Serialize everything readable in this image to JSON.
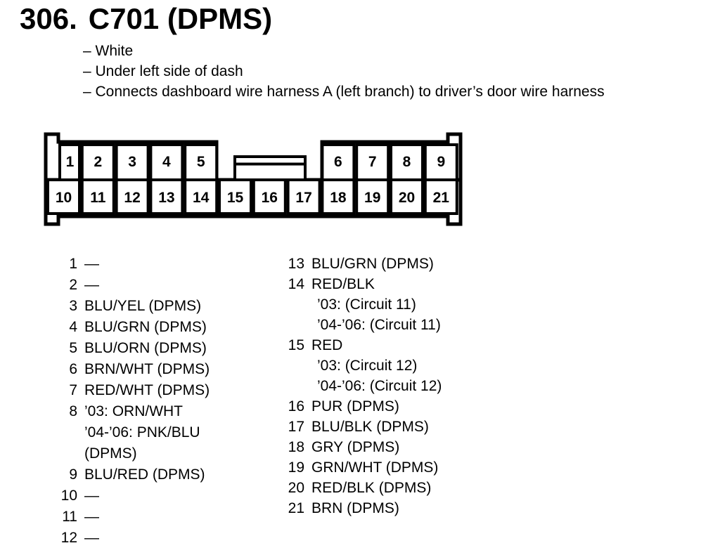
{
  "title": {
    "number": "306.",
    "name": "C701 (DPMS)"
  },
  "bullets": {
    "color": "– White",
    "location": "– Under left side of dash",
    "description": "– Connects dashboard wire harness A (left branch) to driver’s door wire harness"
  },
  "connector": {
    "top_pins": [
      "1",
      "2",
      "3",
      "4",
      "5",
      "6",
      "7",
      "8",
      "9"
    ],
    "bottom_pins": [
      "10",
      "11",
      "12",
      "13",
      "14",
      "15",
      "16",
      "17",
      "18",
      "19",
      "20",
      "21"
    ]
  },
  "pin_list": {
    "left": [
      {
        "num": "1",
        "lines": [
          "—"
        ]
      },
      {
        "num": "2",
        "lines": [
          "—"
        ]
      },
      {
        "num": "3",
        "lines": [
          "BLU/YEL (DPMS)"
        ]
      },
      {
        "num": "4",
        "lines": [
          "BLU/GRN (DPMS)"
        ]
      },
      {
        "num": "5",
        "lines": [
          "BLU/ORN (DPMS)"
        ]
      },
      {
        "num": "6",
        "lines": [
          "BRN/WHT (DPMS)"
        ]
      },
      {
        "num": "7",
        "lines": [
          "RED/WHT (DPMS)"
        ]
      },
      {
        "num": "8",
        "lines": [
          "’03: ORN/WHT",
          "’04-’06: PNK/BLU",
          "(DPMS)"
        ]
      },
      {
        "num": "9",
        "lines": [
          "BLU/RED (DPMS)"
        ]
      },
      {
        "num": "10",
        "lines": [
          "—"
        ]
      },
      {
        "num": "11",
        "lines": [
          "—"
        ]
      },
      {
        "num": "12",
        "lines": [
          "—"
        ]
      }
    ],
    "right": [
      {
        "num": "13",
        "lines": [
          "BLU/GRN (DPMS)"
        ]
      },
      {
        "num": "14",
        "lines": [
          "RED/BLK",
          "’03: (Circuit 11)",
          "’04-’06: (Circuit 11)"
        ]
      },
      {
        "num": "15",
        "lines": [
          "RED",
          "’03: (Circuit 12)",
          "’04-’06: (Circuit 12)"
        ]
      },
      {
        "num": "16",
        "lines": [
          "PUR (DPMS)"
        ]
      },
      {
        "num": "17",
        "lines": [
          "BLU/BLK (DPMS)"
        ]
      },
      {
        "num": "18",
        "lines": [
          "GRY (DPMS)"
        ]
      },
      {
        "num": "19",
        "lines": [
          "GRN/WHT (DPMS)"
        ]
      },
      {
        "num": "20",
        "lines": [
          "RED/BLK (DPMS)"
        ]
      },
      {
        "num": "21",
        "lines": [
          "BRN (DPMS)"
        ]
      }
    ]
  }
}
